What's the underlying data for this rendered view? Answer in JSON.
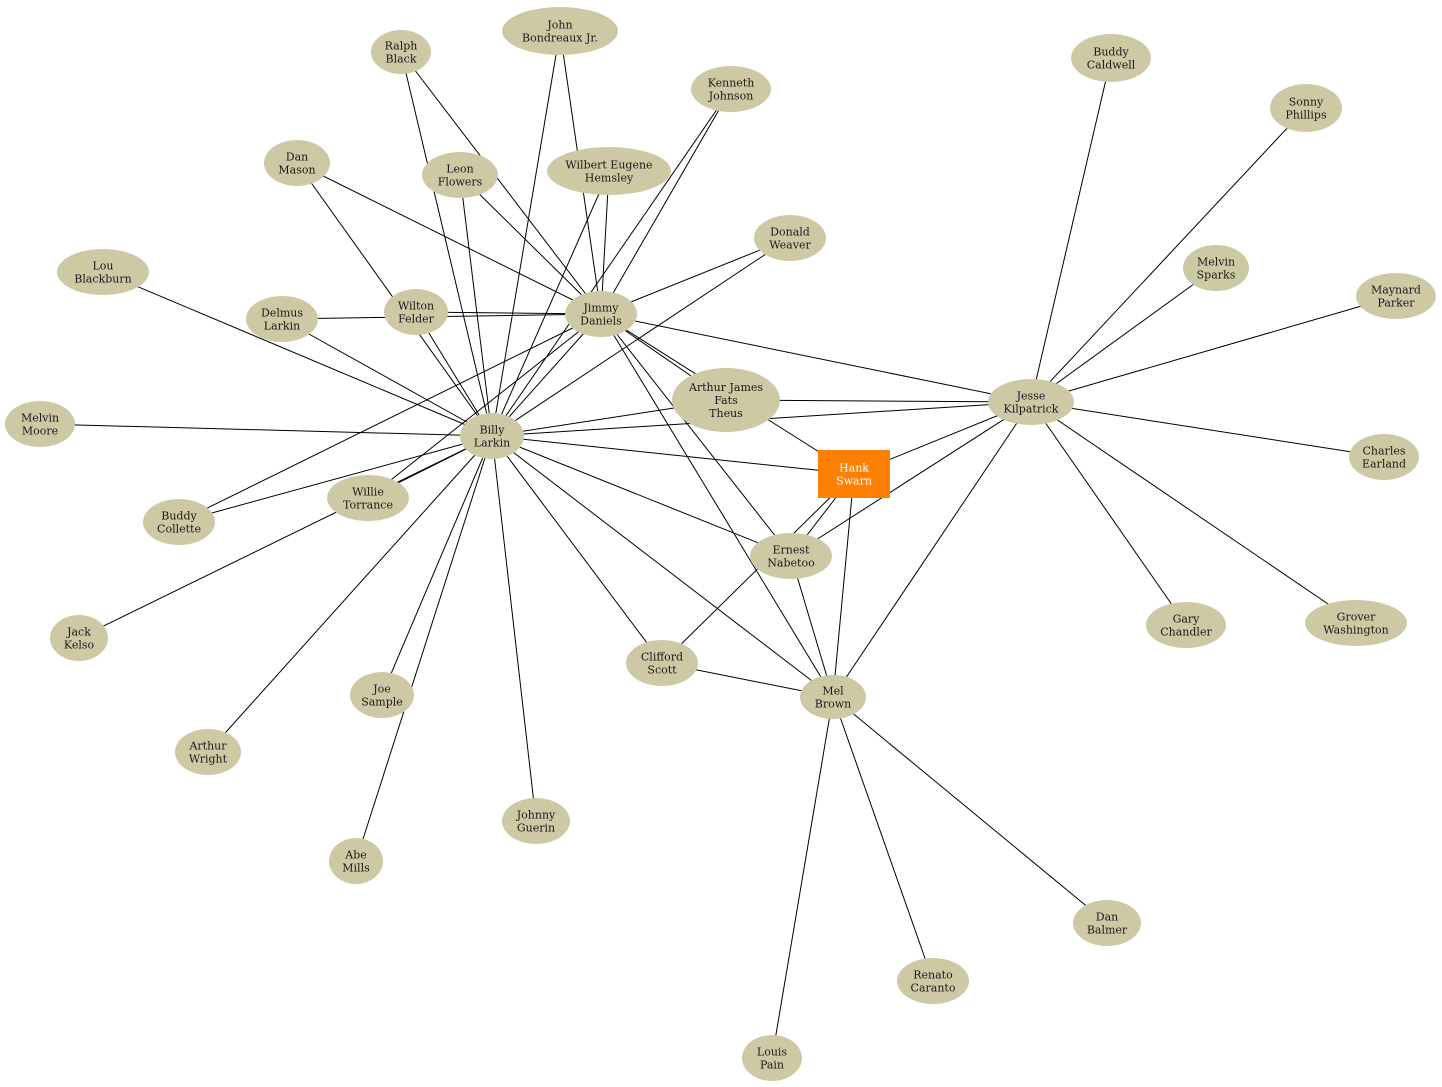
{
  "colors": {
    "node_fill": "#cdc9a5",
    "focus_fill": "#ff7f00",
    "edge": "#000000",
    "background": "#ffffff"
  },
  "nodes": [
    {
      "id": "hank_swarn",
      "lines": [
        "Hank",
        "Swarn"
      ],
      "shape": "box",
      "focus": true
    },
    {
      "id": "billy_larkin",
      "lines": [
        "Billy",
        "Larkin"
      ]
    },
    {
      "id": "jimmy_daniels",
      "lines": [
        "Jimmy",
        "Daniels"
      ]
    },
    {
      "id": "jesse_kilpatrick",
      "lines": [
        "Jesse",
        "Kilpatrick"
      ]
    },
    {
      "id": "mel_brown",
      "lines": [
        "Mel",
        "Brown"
      ]
    },
    {
      "id": "ernest_nabetoo",
      "lines": [
        "Ernest",
        "Nabetoo"
      ]
    },
    {
      "id": "arthur_james_fats_theus",
      "lines": [
        "Arthur James",
        "Fats",
        "Theus"
      ]
    },
    {
      "id": "clifford_scott",
      "lines": [
        "Clifford",
        "Scott"
      ]
    },
    {
      "id": "ralph_black",
      "lines": [
        "Ralph",
        "Black"
      ]
    },
    {
      "id": "john_bondreaux_jr",
      "lines": [
        "John",
        "Bondreaux Jr."
      ]
    },
    {
      "id": "kenneth_johnson",
      "lines": [
        "Kenneth",
        "Johnson"
      ]
    },
    {
      "id": "dan_mason",
      "lines": [
        "Dan",
        "Mason"
      ]
    },
    {
      "id": "leon_flowers",
      "lines": [
        "Leon",
        "Flowers"
      ]
    },
    {
      "id": "wilbert_eugene_hemsley",
      "lines": [
        "Wilbert Eugene",
        "Hemsley"
      ]
    },
    {
      "id": "donald_weaver",
      "lines": [
        "Donald",
        "Weaver"
      ]
    },
    {
      "id": "lou_blackburn",
      "lines": [
        "Lou",
        "Blackburn"
      ]
    },
    {
      "id": "delmus_larkin",
      "lines": [
        "Delmus",
        "Larkin"
      ]
    },
    {
      "id": "wilton_felder",
      "lines": [
        "Wilton",
        "Felder"
      ]
    },
    {
      "id": "melvin_moore",
      "lines": [
        "Melvin",
        "Moore"
      ]
    },
    {
      "id": "buddy_collette",
      "lines": [
        "Buddy",
        "Collette"
      ]
    },
    {
      "id": "willie_torrance",
      "lines": [
        "Willie",
        "Torrance"
      ]
    },
    {
      "id": "jack_kelso",
      "lines": [
        "Jack",
        "Kelso"
      ]
    },
    {
      "id": "joe_sample",
      "lines": [
        "Joe",
        "Sample"
      ]
    },
    {
      "id": "arthur_wright",
      "lines": [
        "Arthur",
        "Wright"
      ]
    },
    {
      "id": "abe_mills",
      "lines": [
        "Abe",
        "Mills"
      ]
    },
    {
      "id": "johnny_guerin",
      "lines": [
        "Johnny",
        "Guerin"
      ]
    },
    {
      "id": "buddy_caldwell",
      "lines": [
        "Buddy",
        "Caldwell"
      ]
    },
    {
      "id": "sonny_phillips",
      "lines": [
        "Sonny",
        "Phillips"
      ]
    },
    {
      "id": "melvin_sparks",
      "lines": [
        "Melvin",
        "Sparks"
      ]
    },
    {
      "id": "maynard_parker",
      "lines": [
        "Maynard",
        "Parker"
      ]
    },
    {
      "id": "charles_earland",
      "lines": [
        "Charles",
        "Earland"
      ]
    },
    {
      "id": "gary_chandler",
      "lines": [
        "Gary",
        "Chandler"
      ]
    },
    {
      "id": "grover_washington",
      "lines": [
        "Grover",
        "Washington"
      ]
    },
    {
      "id": "dan_balmer",
      "lines": [
        "Dan",
        "Balmer"
      ]
    },
    {
      "id": "renato_caranto",
      "lines": [
        "Renato",
        "Caranto"
      ]
    },
    {
      "id": "louis_pain",
      "lines": [
        "Louis",
        "Pain"
      ]
    }
  ],
  "edges": [
    [
      "hank_swarn",
      "billy_larkin"
    ],
    [
      "hank_swarn",
      "jimmy_daniels"
    ],
    [
      "hank_swarn",
      "jesse_kilpatrick"
    ],
    [
      "hank_swarn",
      "mel_brown"
    ],
    [
      "hank_swarn",
      "ernest_nabetoo"
    ],
    [
      "hank_swarn",
      "clifford_scott"
    ],
    [
      "billy_larkin",
      "jimmy_daniels"
    ],
    [
      "billy_larkin",
      "jesse_kilpatrick"
    ],
    [
      "billy_larkin",
      "mel_brown"
    ],
    [
      "billy_larkin",
      "ernest_nabetoo"
    ],
    [
      "billy_larkin",
      "arthur_james_fats_theus"
    ],
    [
      "billy_larkin",
      "clifford_scott"
    ],
    [
      "billy_larkin",
      "ralph_black"
    ],
    [
      "billy_larkin",
      "john_bondreaux_jr"
    ],
    [
      "billy_larkin",
      "kenneth_johnson"
    ],
    [
      "billy_larkin",
      "dan_mason"
    ],
    [
      "billy_larkin",
      "leon_flowers"
    ],
    [
      "billy_larkin",
      "wilbert_eugene_hemsley"
    ],
    [
      "billy_larkin",
      "donald_weaver"
    ],
    [
      "billy_larkin",
      "lou_blackburn"
    ],
    [
      "billy_larkin",
      "delmus_larkin"
    ],
    [
      "billy_larkin",
      "wilton_felder"
    ],
    [
      "billy_larkin",
      "melvin_moore"
    ],
    [
      "billy_larkin",
      "buddy_collette"
    ],
    [
      "billy_larkin",
      "willie_torrance"
    ],
    [
      "billy_larkin",
      "jack_kelso"
    ],
    [
      "billy_larkin",
      "joe_sample"
    ],
    [
      "billy_larkin",
      "arthur_wright"
    ],
    [
      "billy_larkin",
      "abe_mills"
    ],
    [
      "billy_larkin",
      "johnny_guerin"
    ],
    [
      "jimmy_daniels",
      "jesse_kilpatrick"
    ],
    [
      "jimmy_daniels",
      "mel_brown"
    ],
    [
      "jimmy_daniels",
      "ernest_nabetoo"
    ],
    [
      "jimmy_daniels",
      "arthur_james_fats_theus"
    ],
    [
      "jimmy_daniels",
      "ralph_black"
    ],
    [
      "jimmy_daniels",
      "john_bondreaux_jr"
    ],
    [
      "jimmy_daniels",
      "kenneth_johnson"
    ],
    [
      "jimmy_daniels",
      "dan_mason"
    ],
    [
      "jimmy_daniels",
      "leon_flowers"
    ],
    [
      "jimmy_daniels",
      "wilbert_eugene_hemsley"
    ],
    [
      "jimmy_daniels",
      "donald_weaver"
    ],
    [
      "jimmy_daniels",
      "delmus_larkin"
    ],
    [
      "jimmy_daniels",
      "wilton_felder"
    ],
    [
      "jimmy_daniels",
      "willie_torrance"
    ],
    [
      "jimmy_daniels",
      "buddy_collette"
    ],
    [
      "jesse_kilpatrick",
      "mel_brown"
    ],
    [
      "jesse_kilpatrick",
      "ernest_nabetoo"
    ],
    [
      "jesse_kilpatrick",
      "arthur_james_fats_theus"
    ],
    [
      "jesse_kilpatrick",
      "buddy_caldwell"
    ],
    [
      "jesse_kilpatrick",
      "sonny_phillips"
    ],
    [
      "jesse_kilpatrick",
      "melvin_sparks"
    ],
    [
      "jesse_kilpatrick",
      "maynard_parker"
    ],
    [
      "jesse_kilpatrick",
      "charles_earland"
    ],
    [
      "jesse_kilpatrick",
      "gary_chandler"
    ],
    [
      "jesse_kilpatrick",
      "grover_washington"
    ],
    [
      "mel_brown",
      "ernest_nabetoo"
    ],
    [
      "mel_brown",
      "clifford_scott"
    ],
    [
      "mel_brown",
      "dan_balmer"
    ],
    [
      "mel_brown",
      "renato_caranto"
    ],
    [
      "mel_brown",
      "louis_pain"
    ]
  ]
}
